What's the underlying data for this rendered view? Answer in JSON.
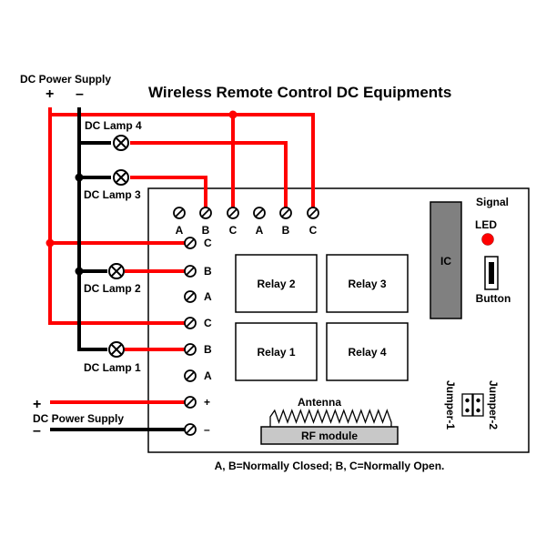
{
  "title": "Wireless Remote Control DC Equipments",
  "power_top": {
    "label": "DC Power Supply",
    "plus": "+",
    "minus": "–"
  },
  "power_bottom": {
    "label": "DC Power Supply",
    "plus": "+",
    "minus": "–"
  },
  "lamps": [
    "DC Lamp 4",
    "DC Lamp 3",
    "DC Lamp 2",
    "DC Lamp 1"
  ],
  "top_terminals": [
    "A",
    "B",
    "C",
    "A",
    "B",
    "C"
  ],
  "left_terminals": [
    "C",
    "B",
    "A",
    "C",
    "B",
    "A",
    "+",
    "–"
  ],
  "relays": [
    "Relay 2",
    "Relay 3",
    "Relay 1",
    "Relay 4"
  ],
  "ic_label": "IC",
  "signal_label": "Signal",
  "led_label": "LED",
  "button_label": "Button",
  "antenna_label": "Antenna",
  "rf_label": "RF module",
  "jumper1": "Jumper-1",
  "jumper2": "Jumper-2",
  "note": "A, B=Normally Closed; B, C=Normally Open.",
  "colors": {
    "wire_red": "#ff0000",
    "wire_black": "#000000",
    "ic": "#808080",
    "led": "#ff0000"
  }
}
